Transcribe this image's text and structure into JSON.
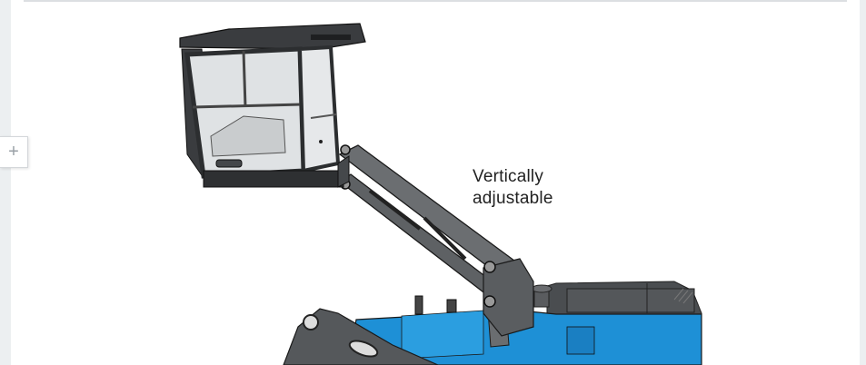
{
  "caption": {
    "line1": "Vertically",
    "line2": "adjustable"
  },
  "expand_tab": {
    "icon": "plus-icon",
    "glyph": "+"
  },
  "illustration": {
    "subject": "machine-with-elevating-cab",
    "colors": {
      "body_blue": "#1e90d6",
      "frame_dark": "#4a4d50",
      "cab_frame": "#3a3c3f",
      "glass": "#dfe2e4"
    }
  }
}
